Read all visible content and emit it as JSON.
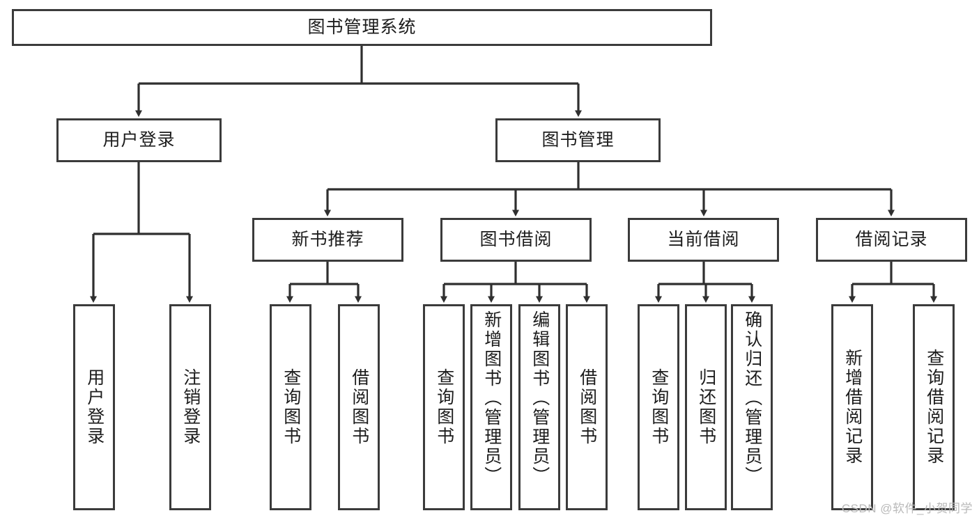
{
  "diagram": {
    "title": "图书管理系统",
    "type": "tree",
    "root": {
      "id": "root",
      "label": "图书管理系统"
    },
    "level1": [
      {
        "id": "user-login",
        "label": "用户登录"
      },
      {
        "id": "book-manage",
        "label": "图书管理"
      }
    ],
    "level2": [
      {
        "id": "new-book-rec",
        "label": "新书推荐",
        "parent": "book-manage"
      },
      {
        "id": "book-borrow",
        "label": "图书借阅",
        "parent": "book-manage"
      },
      {
        "id": "current-borrow",
        "label": "当前借阅",
        "parent": "book-manage"
      },
      {
        "id": "borrow-record",
        "label": "借阅记录",
        "parent": "book-manage"
      }
    ],
    "leaves": [
      {
        "id": "leaf-user-login",
        "label": "用户登录",
        "parent": "user-login"
      },
      {
        "id": "leaf-logout",
        "label": "注销登录",
        "parent": "user-login"
      },
      {
        "id": "leaf-query-book-1",
        "label": "查询图书",
        "parent": "new-book-rec"
      },
      {
        "id": "leaf-borrow-book-1",
        "label": "借阅图书",
        "parent": "new-book-rec"
      },
      {
        "id": "leaf-query-book-2",
        "label": "查询图书",
        "parent": "book-borrow"
      },
      {
        "id": "leaf-add-book",
        "label": "新增图书（管理员）",
        "parent": "book-borrow"
      },
      {
        "id": "leaf-edit-book",
        "label": "编辑图书（管理员）",
        "parent": "book-borrow"
      },
      {
        "id": "leaf-borrow-book-2",
        "label": "借阅图书",
        "parent": "book-borrow"
      },
      {
        "id": "leaf-query-book-3",
        "label": "查询图书",
        "parent": "current-borrow"
      },
      {
        "id": "leaf-return-book",
        "label": "归还图书",
        "parent": "current-borrow"
      },
      {
        "id": "leaf-confirm-return",
        "label": "确认归还（管理员）",
        "parent": "current-borrow"
      },
      {
        "id": "leaf-add-record",
        "label": "新增借阅记录",
        "parent": "borrow-record"
      },
      {
        "id": "leaf-query-record",
        "label": "查询借阅记录",
        "parent": "borrow-record"
      }
    ],
    "colors": {
      "stroke": "#3b3b3b",
      "background": "#ffffff",
      "text": "#1c1c1c",
      "watermark": "#b9b9b9"
    }
  },
  "watermark": {
    "text": "CSDN @软件_小贺同学"
  }
}
